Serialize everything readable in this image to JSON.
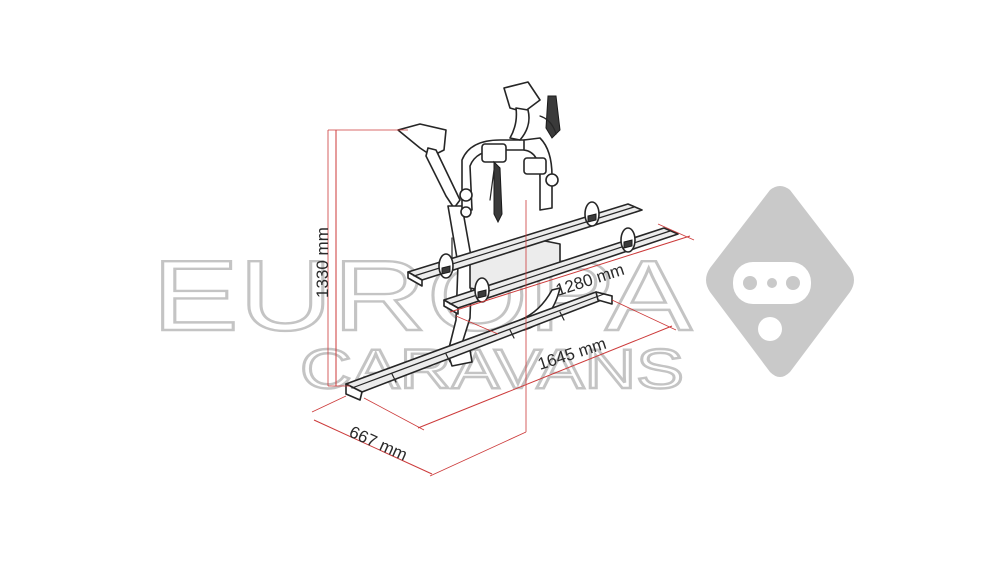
{
  "watermark": {
    "line1": "EUROPA",
    "line2": "CARAVANS",
    "color": "#c4c4c4"
  },
  "dimensions": {
    "height": "1330 mm",
    "rail_length": "1280 mm",
    "base_length": "1645 mm",
    "depth": "667 mm"
  },
  "colors": {
    "dimension_line": "#cc3a3a",
    "outline": "#262626"
  },
  "logo": {
    "icon": "caravan-diamond-icon"
  }
}
